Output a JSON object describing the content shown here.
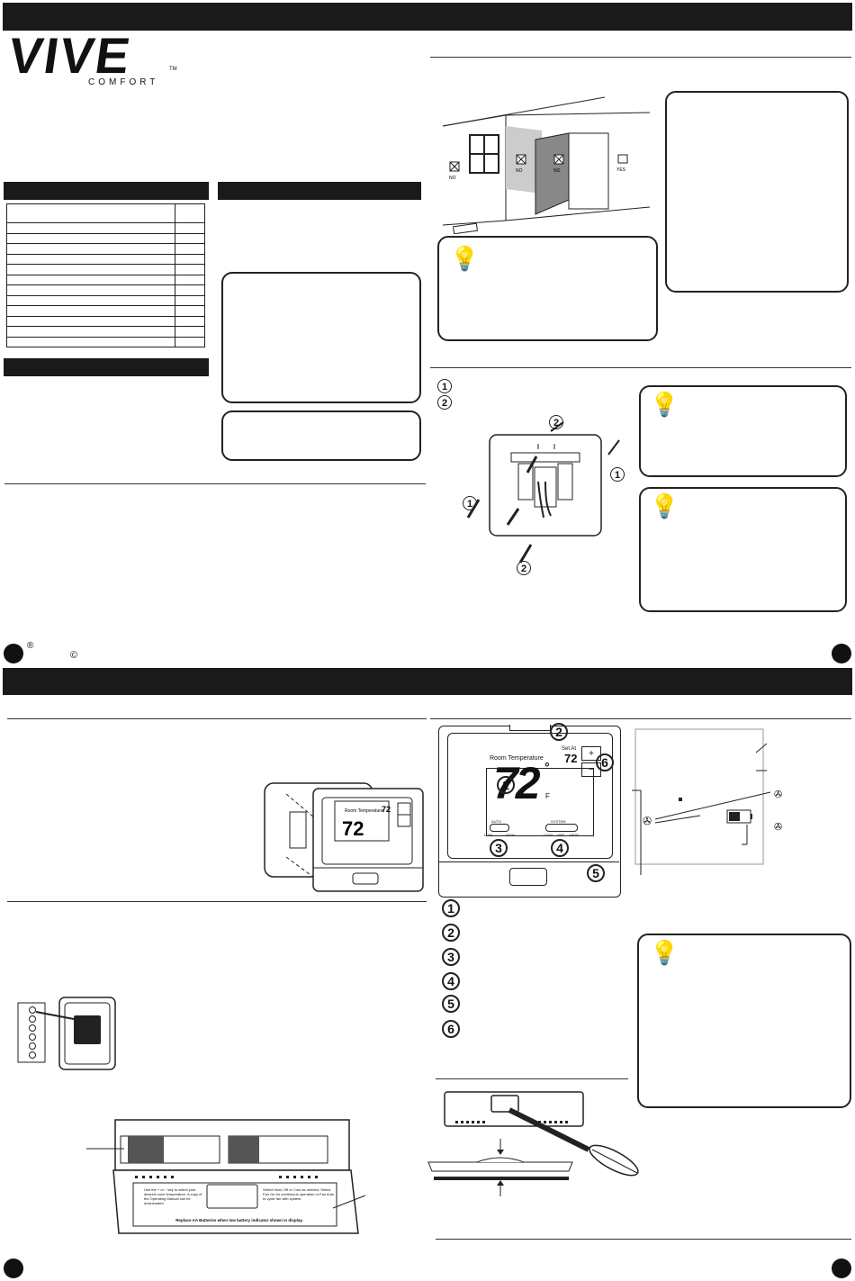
{
  "brand": {
    "name": "VIVE",
    "sub": "COMFORT",
    "tm": "TM"
  },
  "footer": {
    "registered": "®",
    "copyright": "©"
  },
  "wall_diagram": {
    "no_1": "NO",
    "no_2": "NO",
    "no_3": "NO",
    "yes": "YES"
  },
  "steps_sub": {
    "s1": "1",
    "s2": "2"
  },
  "mount_callouts": {
    "a": "2",
    "b": "1",
    "c": "1",
    "d": "2"
  },
  "thermostat": {
    "room_label": "Room Temperature",
    "room_temp": "72",
    "unit": "F",
    "set_label": "Set At",
    "set_temp": "72",
    "degree": "°",
    "fan_label": "AUTO",
    "fan_low": "LOW",
    "fan_high": "HIGH",
    "system_label": "SYSTEM",
    "sys_cool": "COOL",
    "sys_off": "OFF",
    "sys_heat": "HEAT",
    "plus": "+",
    "minus": "−"
  },
  "callouts": [
    "1",
    "2",
    "3",
    "4",
    "5",
    "6"
  ],
  "legend_numbers": [
    "1",
    "2",
    "3",
    "4",
    "5",
    "6"
  ],
  "battery_panel": {
    "left_text": "Use the + or − key to select your desired room temperature. A copy of the Operating Manual can be downloaded",
    "right_text": "Select Heat, Off or Cool as needed. Select Fan On for continuous operation or Fan Auto to cycle fan with system.",
    "bottom_text": "Replace AA Batteries when low battery indicator shown in display."
  }
}
